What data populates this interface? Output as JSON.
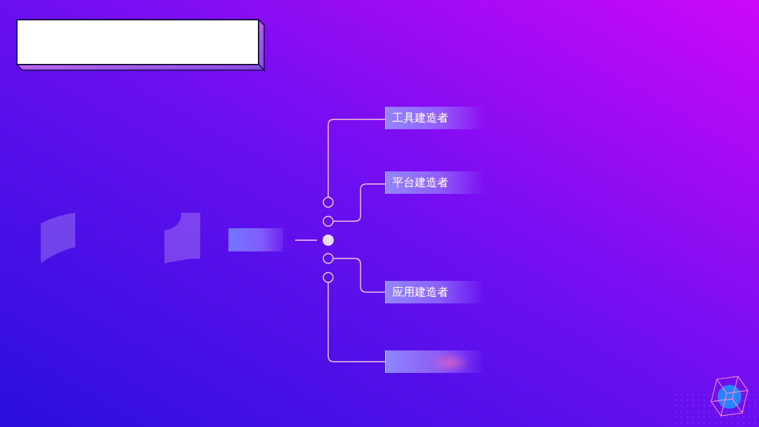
{
  "diagram": {
    "nodes": [
      {
        "text": [
          "工具建造者"
        ]
      },
      {
        "text": [
          "平台建造者"
        ]
      },
      {
        "text": [
          "应用建造者"
        ]
      }
    ]
  }
}
